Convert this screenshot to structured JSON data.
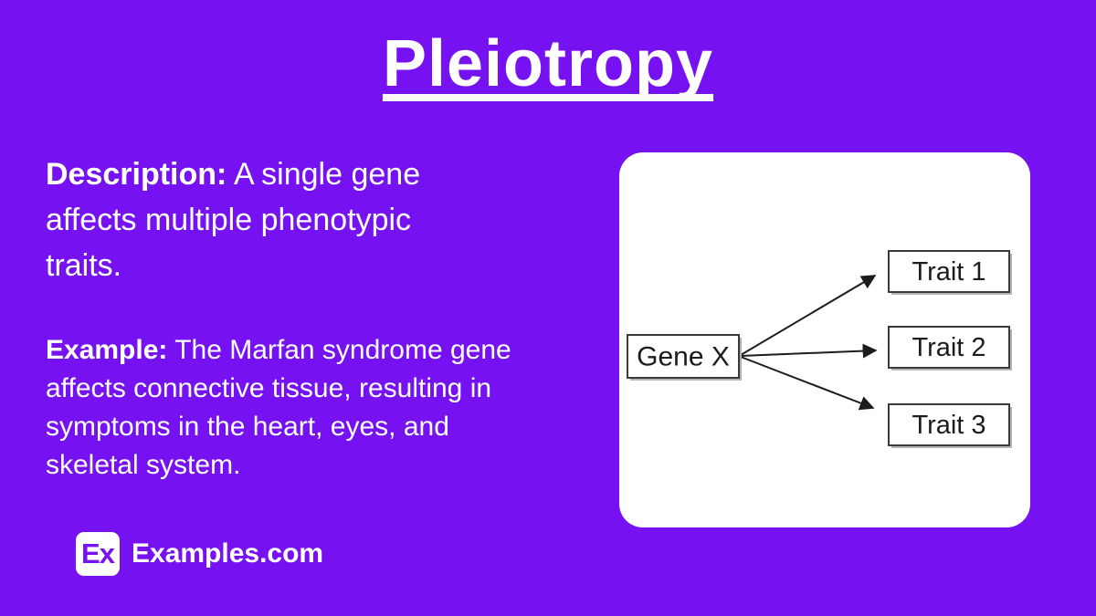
{
  "colors": {
    "background": "#7612f2",
    "card": "#ffffff",
    "text": "#ffffff",
    "diagram_stroke": "#3a3a3a",
    "diagram_text": "#1c1c1c"
  },
  "title": {
    "text": "Pleiotropy"
  },
  "description": {
    "label": "Description:",
    "lines": [
      "A single gene",
      "affects multiple phenotypic",
      "traits."
    ]
  },
  "example": {
    "label": "Example:",
    "lines": [
      "The Marfan syndrome gene",
      "affects connective tissue, resulting in",
      "symptoms in the heart, eyes, and",
      "skeletal system."
    ]
  },
  "diagram": {
    "gene": "Gene X",
    "traits": [
      "Trait 1",
      "Trait 2",
      "Trait 3"
    ]
  },
  "logo": {
    "badge": "Ex",
    "text": "Examples.com"
  }
}
